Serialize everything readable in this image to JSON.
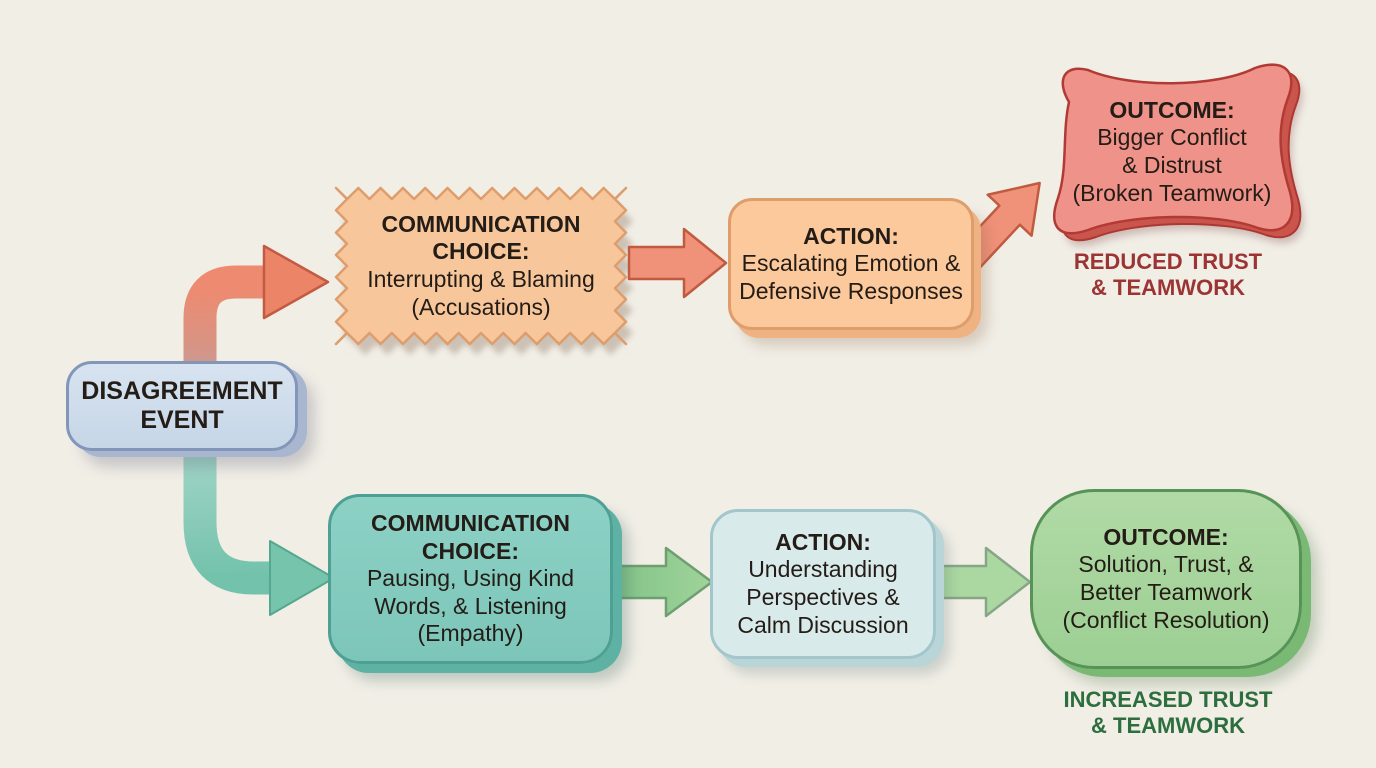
{
  "title": "Disagreement communication flowchart",
  "colors": {
    "background": "#f1eee6",
    "negative_accent": "#ee8a6e",
    "negative_caption": "#9c3434",
    "negative_choice_fill": "#f7c79b",
    "negative_action_fill": "#fbc99b",
    "negative_outcome_fill": "#ef9289",
    "positive_accent": "#7cc7b4",
    "positive_caption": "#2d6e3e",
    "positive_choice_fill": "#84ccc0",
    "positive_action_fill": "#d9eaea",
    "positive_outcome_fill": "#a7d59d",
    "event_fill": "#cfdeec"
  },
  "event_box": {
    "text": "DISAGREEMENT\nEVENT"
  },
  "negative_path": {
    "choice": {
      "heading": "COMMUNICATION\nCHOICE:",
      "body": "Interrupting & Blaming\n(Accusations)"
    },
    "action": {
      "heading": "ACTION:",
      "body": "Escalating Emotion &\nDefensive Responses"
    },
    "outcome": {
      "heading": "OUTCOME:",
      "body": "Bigger Conflict\n& Distrust\n(Broken Teamwork)"
    },
    "caption": "REDUCED TRUST\n& TEAMWORK"
  },
  "positive_path": {
    "choice": {
      "heading": "COMMUNICATION\nCHOICE:",
      "body": "Pausing, Using Kind\nWords, & Listening\n(Empathy)"
    },
    "action": {
      "heading": "ACTION:",
      "body": "Understanding\nPerspectives &\nCalm Discussion"
    },
    "outcome": {
      "heading": "OUTCOME:",
      "body": "Solution, Trust, &\nBetter Teamwork\n(Conflict Resolution)"
    },
    "caption": "INCREASED TRUST\n& TEAMWORK"
  }
}
